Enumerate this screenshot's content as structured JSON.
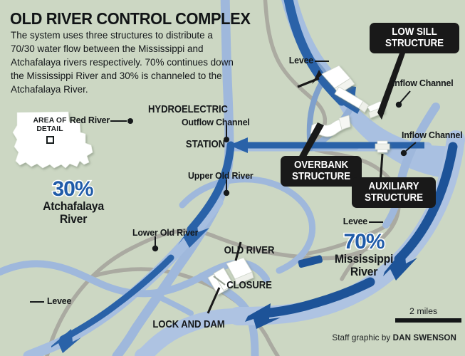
{
  "title": "OLD RIVER CONTROL COMPLEX",
  "intro": "The system uses three structures to distribute a 70/30 water flow between the Mississippi and Atchafalaya rivers respectively. 70% continues down the Mississippi River and 30% is channeled to the Atchafalaya River.",
  "inset": {
    "line1": "AREA OF",
    "line2": "DETAIL"
  },
  "callouts": [
    {
      "name": "low-sill-structure",
      "line1": "LOW SILL",
      "line2": "STRUCTURE"
    },
    {
      "name": "overbank-structure",
      "line1": "OVERBANK",
      "line2": "STRUCTURE"
    },
    {
      "name": "auxiliary-structure",
      "line1": "AUXILIARY",
      "line2": "STRUCTURE"
    }
  ],
  "bignames": {
    "hydroelectric_line1": "HYDROELECTRIC",
    "hydroelectric_line2": "STATION",
    "old_river_closure_line1": "OLD RIVER",
    "old_river_closure_line2": "CLOSURE",
    "lock_and_dam": "LOCK AND DAM"
  },
  "features": {
    "red_river": "Red River",
    "outflow_channel": "Outflow Channel",
    "upper_old_river": "Upper Old River",
    "lower_old_river": "Lower Old River",
    "inflow_channel_upper": "Inflow Channel",
    "inflow_channel_lower": "Inflow Channel",
    "levee_top": "Levee",
    "levee_right": "Levee",
    "levee_bottom": "Levee"
  },
  "rivers": {
    "atchafalaya_pct": "30%",
    "atchafalaya_line1": "Atchafalaya",
    "atchafalaya_line2": "River",
    "mississippi_pct": "70%",
    "mississippi_line1": "Mississippi",
    "mississippi_line2": "River"
  },
  "scale": {
    "label": "2 miles"
  },
  "credit": {
    "prefix": "Staff graphic by ",
    "author": "DAN SWENSON"
  },
  "colors": {
    "background": "#ccd7c3",
    "water_light": "#aec3e2",
    "water_mid": "#8fabd4",
    "flow_arrow": "#2a62a8",
    "flow_arrow_dark": "#1d5398",
    "levee_gray": "#a9a9a0",
    "callout_bg": "#191919",
    "text_dark": "#15181a",
    "pct_blue": "#1f5ba8",
    "inset_fill": "#ffffff"
  }
}
